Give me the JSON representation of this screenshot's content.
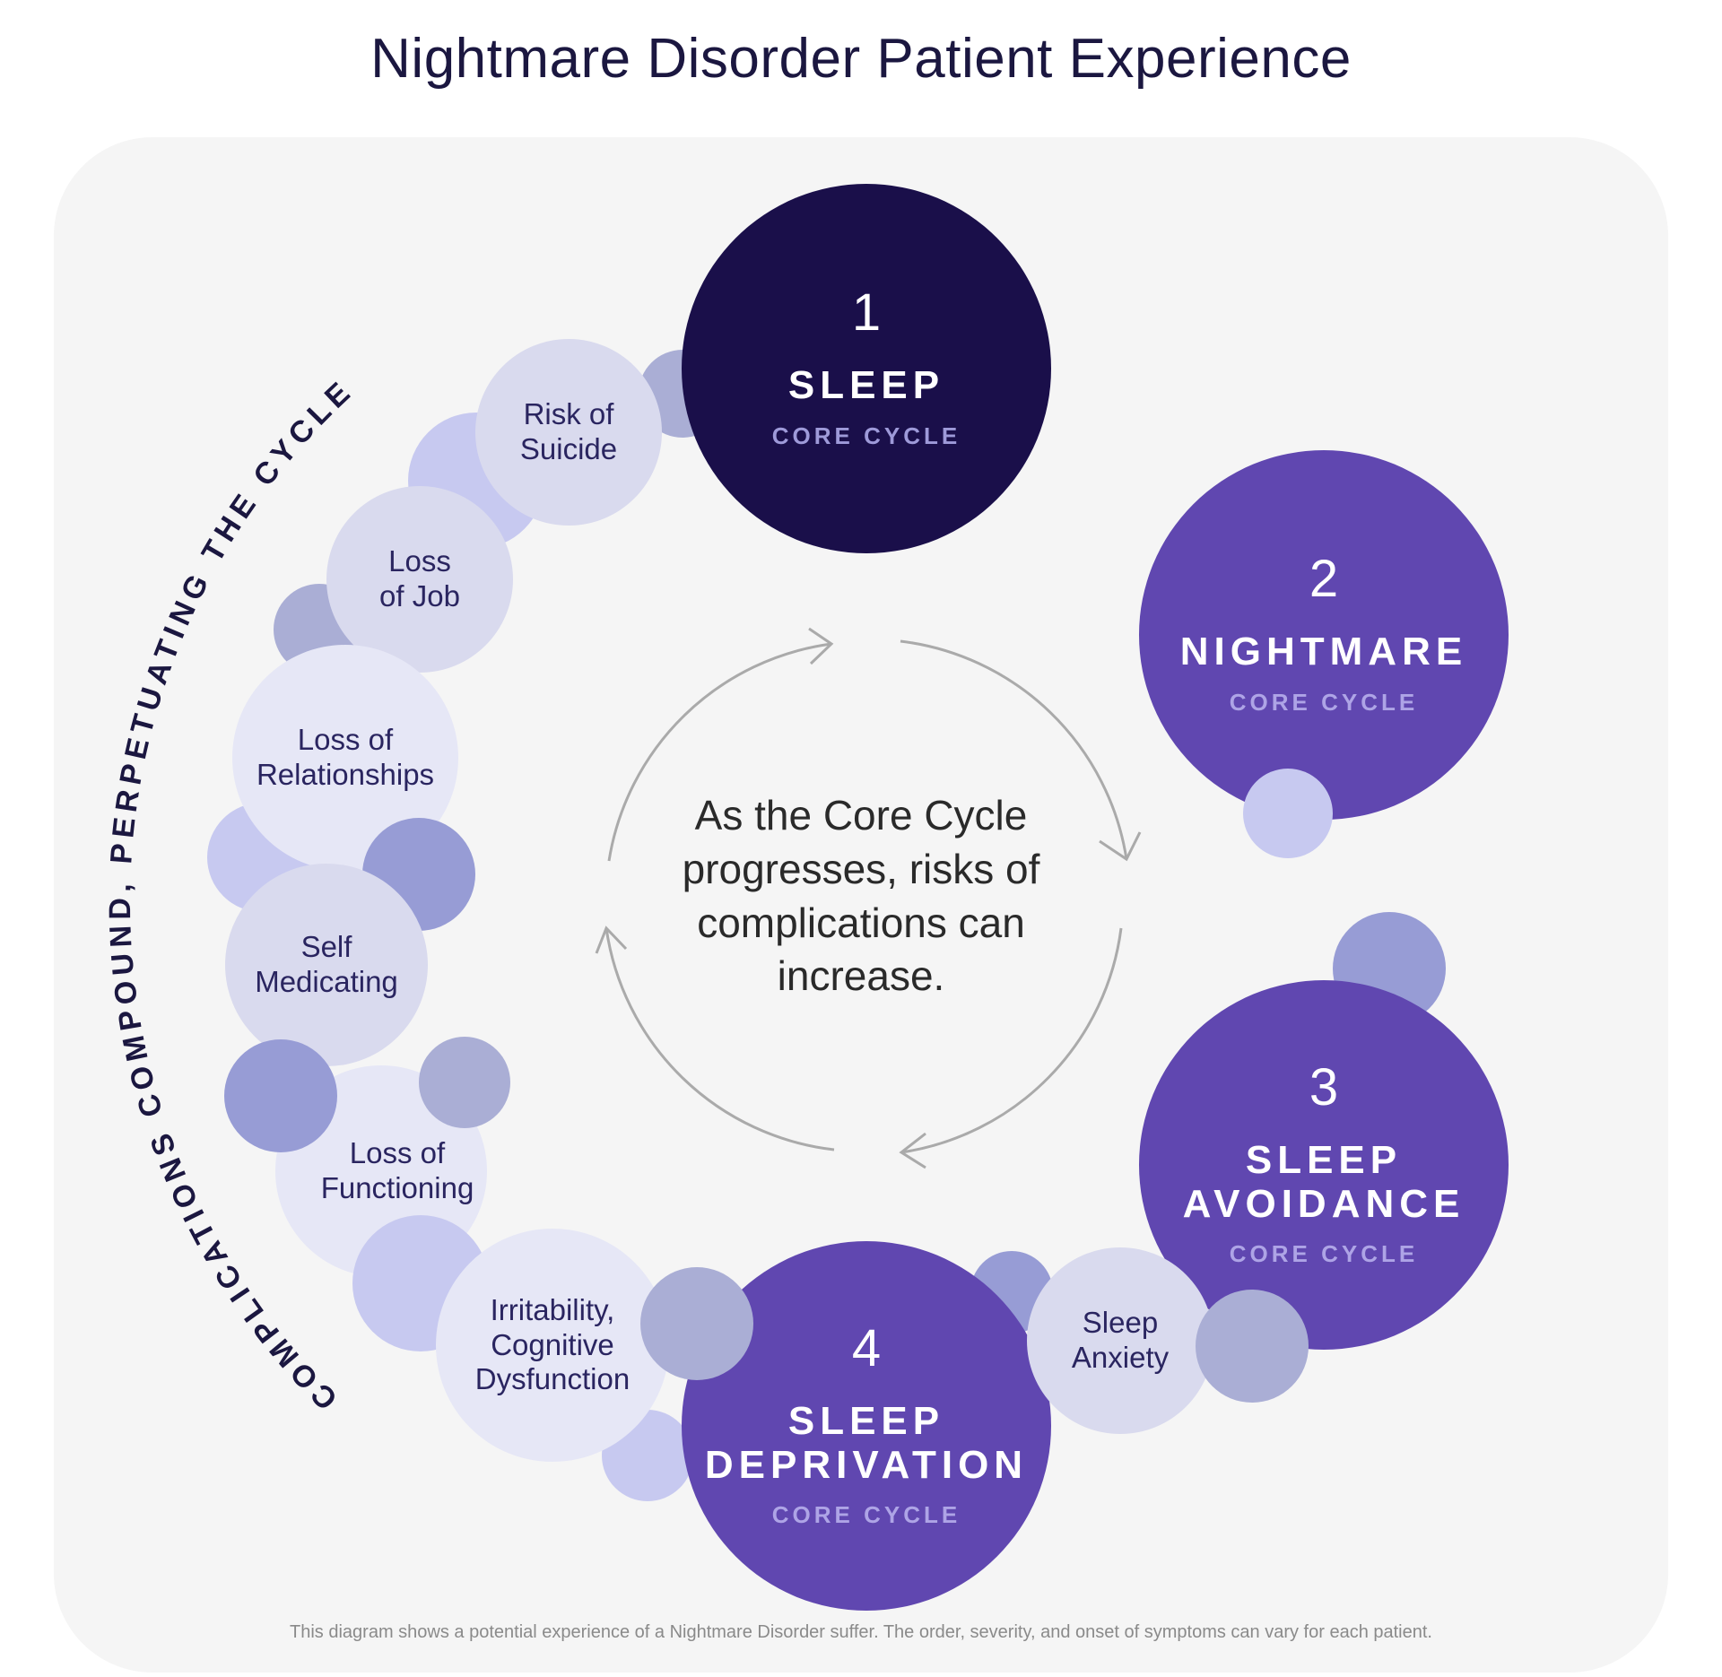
{
  "title": "Nightmare Disorder Patient Experience",
  "center_text": "As the Core Cycle progresses, risks of complications can increase.",
  "arc_label": "COMPLICATIONS COMPOUND, PERPETUATING THE CYCLE",
  "footnote": "This diagram shows a potential experience of a Nightmare Disorder suffer. The order, severity, and onset of symptoms can vary for each patient.",
  "core_cycle": [
    {
      "number": "1",
      "title": "SLEEP",
      "subtitle": "CORE CYCLE"
    },
    {
      "number": "2",
      "title": "NIGHTMARE",
      "subtitle": "CORE CYCLE"
    },
    {
      "number": "3",
      "title": "SLEEP\nAVOIDANCE",
      "subtitle": "CORE CYCLE"
    },
    {
      "number": "4",
      "title": "SLEEP\nDEPRIVATION",
      "subtitle": "CORE CYCLE"
    }
  ],
  "complications": [
    {
      "label": "Risk of\nSuicide"
    },
    {
      "label": "Loss\nof Job"
    },
    {
      "label": "Loss of\nRelationships"
    },
    {
      "label": "Self\nMedicating"
    },
    {
      "label": "Loss of\nFunctioning"
    },
    {
      "label": "Irritability,\nCognitive\nDysfunction"
    },
    {
      "label": "Sleep\nAnxiety"
    }
  ],
  "colors": {
    "sleep": "#1a0f4a",
    "core": "#6047b0",
    "sleep_subtitle": "#9e9ad9",
    "core_subtitle": "#aea4e6",
    "complication_light": "#e6e7f6",
    "complication_mid": "#d9daee",
    "dot_lavender": "#c7c9f0",
    "dot_periwinkle": "#979cd5",
    "dot_gray": "#aaaed5",
    "arrows": "#aaaaaa"
  }
}
